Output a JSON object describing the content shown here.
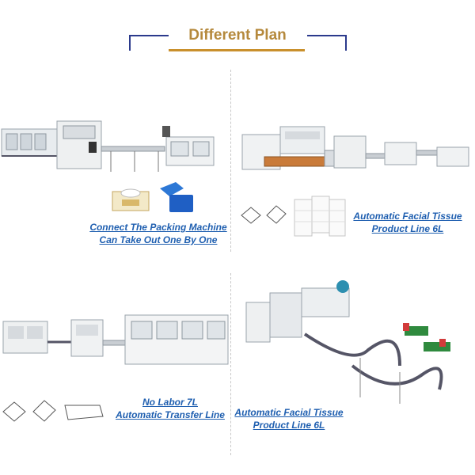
{
  "header": {
    "title": "Different Plan"
  },
  "panels": [
    {
      "caption_line1": "Connect The Packing Machine",
      "caption_line2": "Can Take Out One By One"
    },
    {
      "caption_line1": "Automatic Facial Tissue",
      "caption_line2": "Product Line 6L"
    },
    {
      "caption_line1": "No Labor 7L",
      "caption_line2": "Automatic Transfer Line"
    },
    {
      "caption_line1": "Automatic Facial Tissue",
      "caption_line2": "Product Line 6L"
    }
  ],
  "colors": {
    "title": "#b5893c",
    "accent_line": "#2b3a8c",
    "underline": "#c9902c",
    "caption": "#1f5fb0"
  }
}
